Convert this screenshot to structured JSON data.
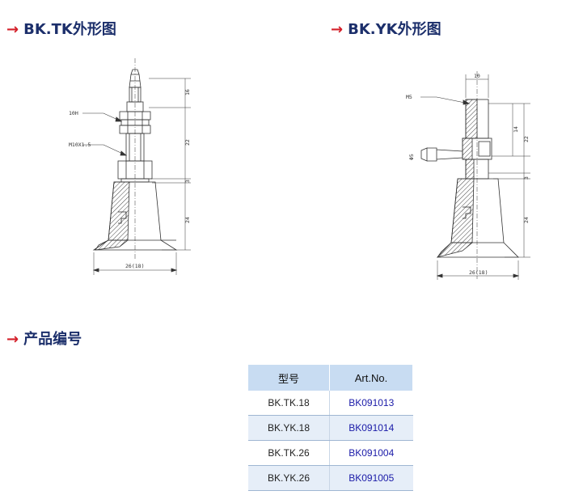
{
  "sections": {
    "tk_title": "BK.TK外形图",
    "yk_title": "BK.YK外形图",
    "code_title": "产品编号",
    "arrow": "→"
  },
  "tk_drawing": {
    "labels": {
      "hex": "10H",
      "thread": "M10X1.5",
      "dim_top": "16",
      "dim_mid": "22",
      "dim_small": "3",
      "dim_bottom": "24",
      "dim_width": "26(18)"
    }
  },
  "yk_drawing": {
    "labels": {
      "top_width": "10",
      "thread": "M5",
      "side": "Φ5",
      "dim_14": "14",
      "dim_22": "22",
      "dim_3": "3",
      "dim_24": "24",
      "dim_width": "26(18)"
    }
  },
  "table": {
    "headers": [
      "型号",
      "Art.No."
    ],
    "rows": [
      [
        "BK.TK.18",
        "BK091013"
      ],
      [
        "BK.YK.18",
        "BK091014"
      ],
      [
        "BK.TK.26",
        "BK091004"
      ],
      [
        "BK.YK.26",
        "BK091005"
      ]
    ]
  }
}
